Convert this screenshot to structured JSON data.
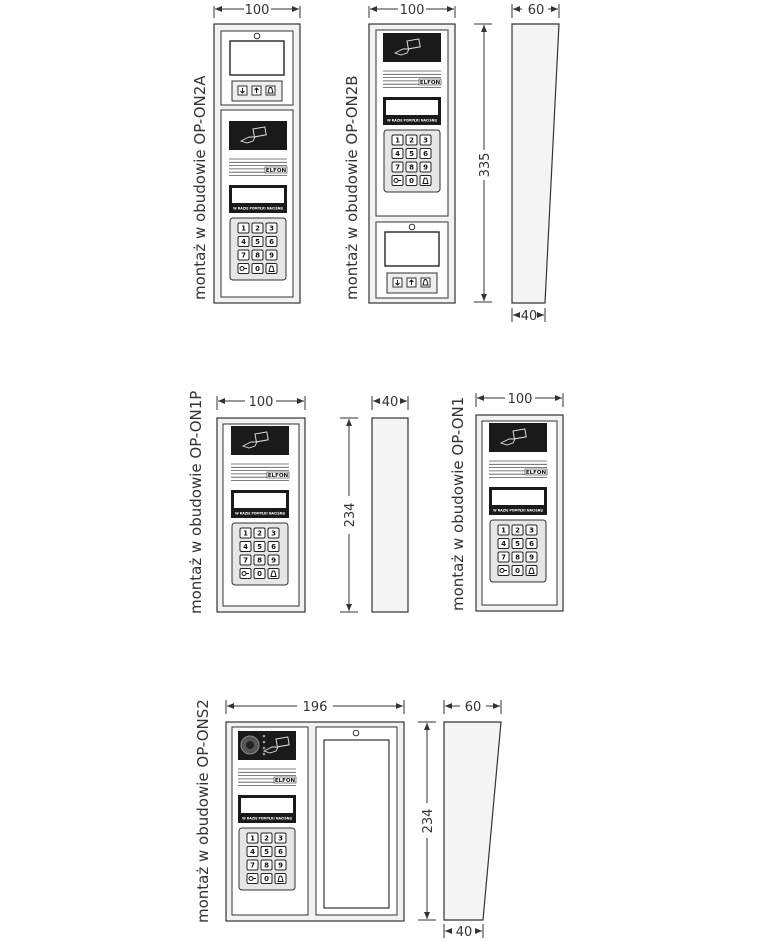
{
  "colors": {
    "stroke": "#333333",
    "panel": "#f2f2f2",
    "screen": "#1a1a1a",
    "face": "#ffffff"
  },
  "brand": "ELFON",
  "display_caption": "W RAZIE POMYŁKI NACIŚNIJ",
  "keys": [
    "1",
    "2",
    "3",
    "4",
    "5",
    "6",
    "7",
    "8",
    "9",
    "",
    "0",
    ""
  ],
  "devices": [
    {
      "id": "on2a",
      "caption": "montaż w obudowie OP-ON2A",
      "dims": {
        "width": "100"
      }
    },
    {
      "id": "on2b",
      "caption": "montaż w obudowie OP-ON2B",
      "dims": {
        "width": "100",
        "height": "335"
      }
    },
    {
      "id": "side-tall",
      "dims": {
        "top": "60",
        "bottom": "40"
      }
    },
    {
      "id": "on1p",
      "caption": "montaż w obudowie OP-ON1P",
      "dims": {
        "width": "100",
        "height": "234"
      }
    },
    {
      "id": "side-box",
      "dims": {
        "depth": "40"
      }
    },
    {
      "id": "on1",
      "caption": "montaż w obudowie OP-ON1",
      "dims": {
        "width": "100"
      }
    },
    {
      "id": "ons2",
      "caption": "montaż w obudowie OP-ONS2",
      "dims": {
        "width": "196",
        "height": "234"
      }
    },
    {
      "id": "side-short",
      "dims": {
        "top": "60",
        "bottom": "40"
      }
    }
  ]
}
